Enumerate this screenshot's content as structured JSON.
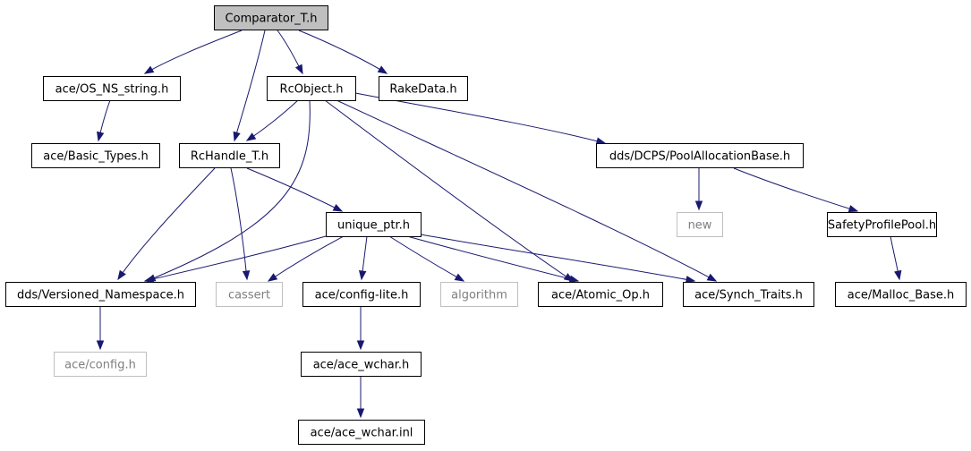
{
  "graph": {
    "nodes": [
      {
        "id": "comparator",
        "label": "Comparator_T.h",
        "kind": "root"
      },
      {
        "id": "os_ns_string",
        "label": "ace/OS_NS_string.h",
        "kind": "normal"
      },
      {
        "id": "rcobject",
        "label": "RcObject.h",
        "kind": "normal"
      },
      {
        "id": "rakedata",
        "label": "RakeData.h",
        "kind": "normal"
      },
      {
        "id": "basic_types",
        "label": "ace/Basic_Types.h",
        "kind": "normal"
      },
      {
        "id": "rchandle",
        "label": "RcHandle_T.h",
        "kind": "normal"
      },
      {
        "id": "poolalloc",
        "label": "dds/DCPS/PoolAllocationBase.h",
        "kind": "normal"
      },
      {
        "id": "unique_ptr",
        "label": "unique_ptr.h",
        "kind": "normal"
      },
      {
        "id": "new",
        "label": "new",
        "kind": "external"
      },
      {
        "id": "safety",
        "label": "SafetyProfilePool.h",
        "kind": "normal"
      },
      {
        "id": "versioned",
        "label": "dds/Versioned_Namespace.h",
        "kind": "normal"
      },
      {
        "id": "cassert",
        "label": "cassert",
        "kind": "external"
      },
      {
        "id": "config_lite",
        "label": "ace/config-lite.h",
        "kind": "normal"
      },
      {
        "id": "algorithm",
        "label": "algorithm",
        "kind": "external"
      },
      {
        "id": "atomic_op",
        "label": "ace/Atomic_Op.h",
        "kind": "normal"
      },
      {
        "id": "synch_traits",
        "label": "ace/Synch_Traits.h",
        "kind": "normal"
      },
      {
        "id": "malloc_base",
        "label": "ace/Malloc_Base.h",
        "kind": "normal"
      },
      {
        "id": "config",
        "label": "ace/config.h",
        "kind": "external"
      },
      {
        "id": "ace_wchar_h",
        "label": "ace/ace_wchar.h",
        "kind": "normal"
      },
      {
        "id": "ace_wchar_inl",
        "label": "ace/ace_wchar.inl",
        "kind": "normal"
      }
    ],
    "edges": [
      {
        "from": "comparator",
        "to": "os_ns_string"
      },
      {
        "from": "comparator",
        "to": "rcobject"
      },
      {
        "from": "comparator",
        "to": "rakedata"
      },
      {
        "from": "comparator",
        "to": "rchandle"
      },
      {
        "from": "os_ns_string",
        "to": "basic_types"
      },
      {
        "from": "rcobject",
        "to": "rchandle"
      },
      {
        "from": "rcobject",
        "to": "poolalloc"
      },
      {
        "from": "rcobject",
        "to": "versioned"
      },
      {
        "from": "rcobject",
        "to": "atomic_op"
      },
      {
        "from": "rcobject",
        "to": "synch_traits"
      },
      {
        "from": "rchandle",
        "to": "unique_ptr"
      },
      {
        "from": "rchandle",
        "to": "versioned"
      },
      {
        "from": "rchandle",
        "to": "cassert"
      },
      {
        "from": "poolalloc",
        "to": "new"
      },
      {
        "from": "poolalloc",
        "to": "safety"
      },
      {
        "from": "safety",
        "to": "malloc_base"
      },
      {
        "from": "unique_ptr",
        "to": "versioned"
      },
      {
        "from": "unique_ptr",
        "to": "cassert"
      },
      {
        "from": "unique_ptr",
        "to": "config_lite"
      },
      {
        "from": "unique_ptr",
        "to": "algorithm"
      },
      {
        "from": "unique_ptr",
        "to": "atomic_op"
      },
      {
        "from": "unique_ptr",
        "to": "synch_traits"
      },
      {
        "from": "versioned",
        "to": "config"
      },
      {
        "from": "config_lite",
        "to": "ace_wchar_h"
      },
      {
        "from": "ace_wchar_h",
        "to": "ace_wchar_inl"
      }
    ],
    "colors": {
      "edge": "#191970",
      "root_fill": "#bfbfbf",
      "node_border": "#000000",
      "external_border": "#bfbfbf",
      "external_text": "#7f7f7f",
      "text": "#000000"
    }
  }
}
